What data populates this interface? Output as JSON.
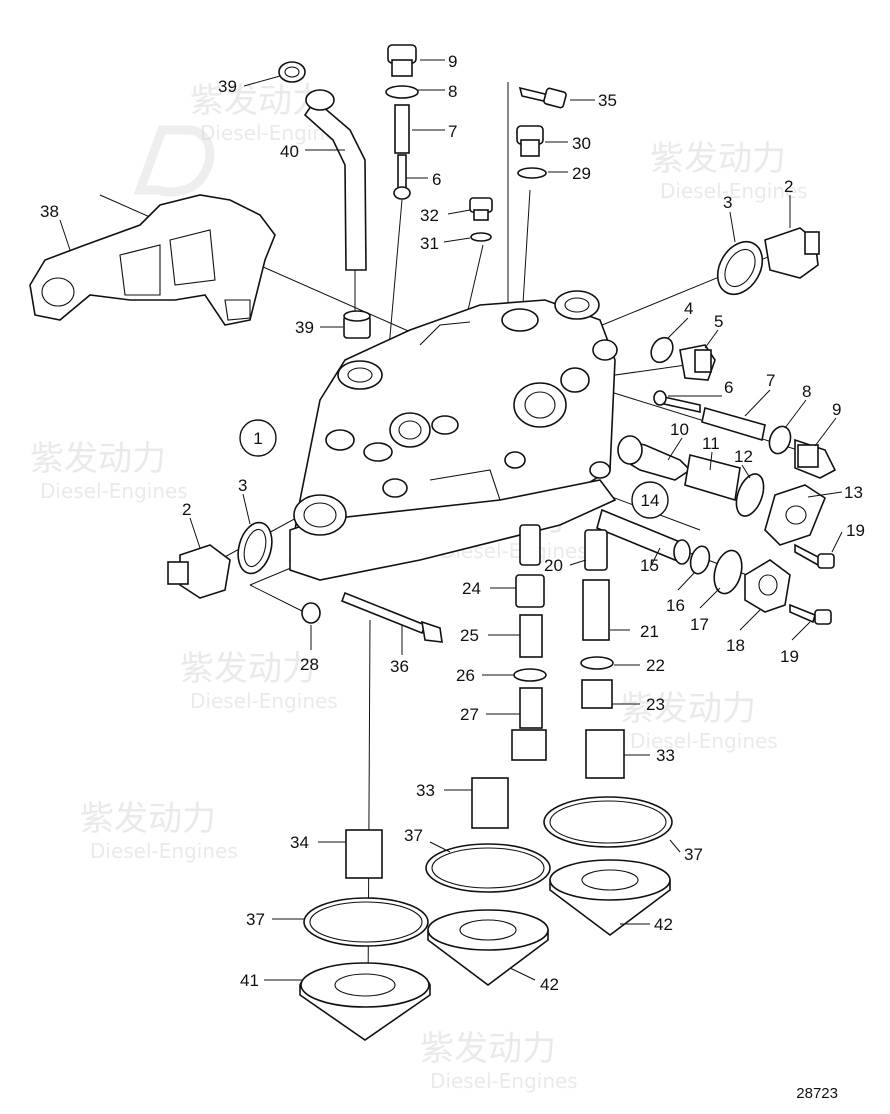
{
  "watermark": {
    "brand": "紫发动力",
    "sub": "Diesel-Engines"
  },
  "drawing_number": "28723",
  "callouts": [
    {
      "id": "1",
      "label": "1"
    },
    {
      "id": "14",
      "label": "14"
    }
  ],
  "labels": [
    {
      "id": "p9a",
      "text": "9"
    },
    {
      "id": "p8a",
      "text": "8"
    },
    {
      "id": "p7a",
      "text": "7"
    },
    {
      "id": "p6a",
      "text": "6"
    },
    {
      "id": "p39a",
      "text": "39"
    },
    {
      "id": "p40",
      "text": "40"
    },
    {
      "id": "p38",
      "text": "38"
    },
    {
      "id": "p39b",
      "text": "39"
    },
    {
      "id": "p35",
      "text": "35"
    },
    {
      "id": "p30",
      "text": "30"
    },
    {
      "id": "p29",
      "text": "29"
    },
    {
      "id": "p32",
      "text": "32"
    },
    {
      "id": "p31",
      "text": "31"
    },
    {
      "id": "p3a",
      "text": "3"
    },
    {
      "id": "p2a",
      "text": "2"
    },
    {
      "id": "p4",
      "text": "4"
    },
    {
      "id": "p5",
      "text": "5"
    },
    {
      "id": "p6b",
      "text": "6"
    },
    {
      "id": "p7b",
      "text": "7"
    },
    {
      "id": "p8b",
      "text": "8"
    },
    {
      "id": "p9b",
      "text": "9"
    },
    {
      "id": "p10",
      "text": "10"
    },
    {
      "id": "p11",
      "text": "11"
    },
    {
      "id": "p12",
      "text": "12"
    },
    {
      "id": "p13",
      "text": "13"
    },
    {
      "id": "p19a",
      "text": "19"
    },
    {
      "id": "p2b",
      "text": "2"
    },
    {
      "id": "p3b",
      "text": "3"
    },
    {
      "id": "p20",
      "text": "20"
    },
    {
      "id": "p15",
      "text": "15"
    },
    {
      "id": "p16",
      "text": "16"
    },
    {
      "id": "p17",
      "text": "17"
    },
    {
      "id": "p18",
      "text": "18"
    },
    {
      "id": "p19b",
      "text": "19"
    },
    {
      "id": "p24",
      "text": "24"
    },
    {
      "id": "p21",
      "text": "21"
    },
    {
      "id": "p25",
      "text": "25"
    },
    {
      "id": "p22",
      "text": "22"
    },
    {
      "id": "p26",
      "text": "26"
    },
    {
      "id": "p23",
      "text": "23"
    },
    {
      "id": "p27",
      "text": "27"
    },
    {
      "id": "p28",
      "text": "28"
    },
    {
      "id": "p36",
      "text": "36"
    },
    {
      "id": "p33a",
      "text": "33"
    },
    {
      "id": "p33b",
      "text": "33"
    },
    {
      "id": "p34",
      "text": "34"
    },
    {
      "id": "p37a",
      "text": "37"
    },
    {
      "id": "p37b",
      "text": "37"
    },
    {
      "id": "p37c",
      "text": "37"
    },
    {
      "id": "p41",
      "text": "41"
    },
    {
      "id": "p42a",
      "text": "42"
    },
    {
      "id": "p42b",
      "text": "42"
    }
  ]
}
